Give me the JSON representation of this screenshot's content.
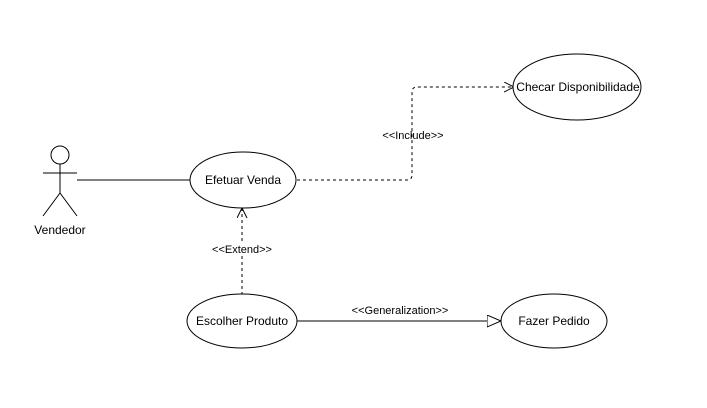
{
  "diagram": {
    "actor": {
      "name": "Vendedor"
    },
    "use_cases": {
      "efetuar_venda": "Efetuar Venda",
      "checar_disponibilidade": "Checar Disponibilidade",
      "escolher_produto": "Escolher Produto",
      "fazer_pedido": "Fazer Pedido"
    },
    "relationships": {
      "include_label": "<<Include>>",
      "extend_label": "<<Extend>>",
      "generalization_label": "<<Generalization>>"
    }
  },
  "colors": {
    "stroke": "#000000",
    "background": "#ffffff"
  }
}
